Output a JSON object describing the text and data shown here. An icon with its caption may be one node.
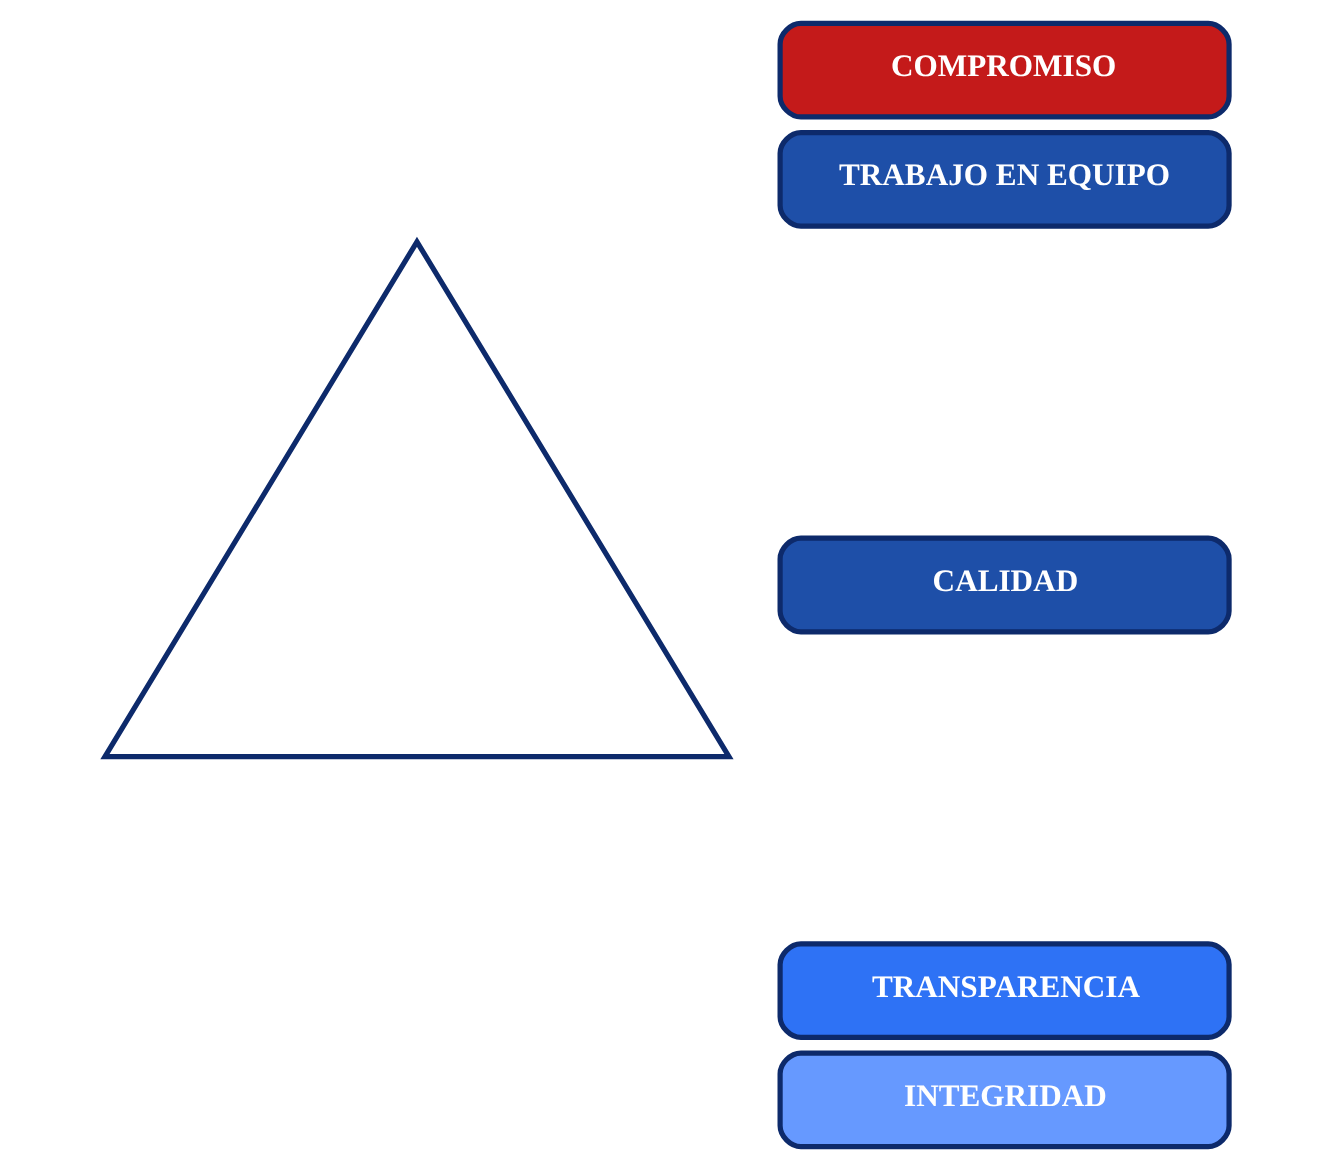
{
  "diagram": {
    "nodes": [
      {
        "text": [],
        "shape": "triangle"
      },
      {
        "text": [
          "COMPROMISO"
        ]
      },
      {
        "text": [
          "TRABAJO EN EQUIPO"
        ]
      },
      {
        "text": [
          "CALIDAD"
        ]
      },
      {
        "text": [
          "TRANSPARENCIA"
        ]
      },
      {
        "text": [
          "INTEGRIDAD"
        ]
      }
    ],
    "edges": []
  }
}
